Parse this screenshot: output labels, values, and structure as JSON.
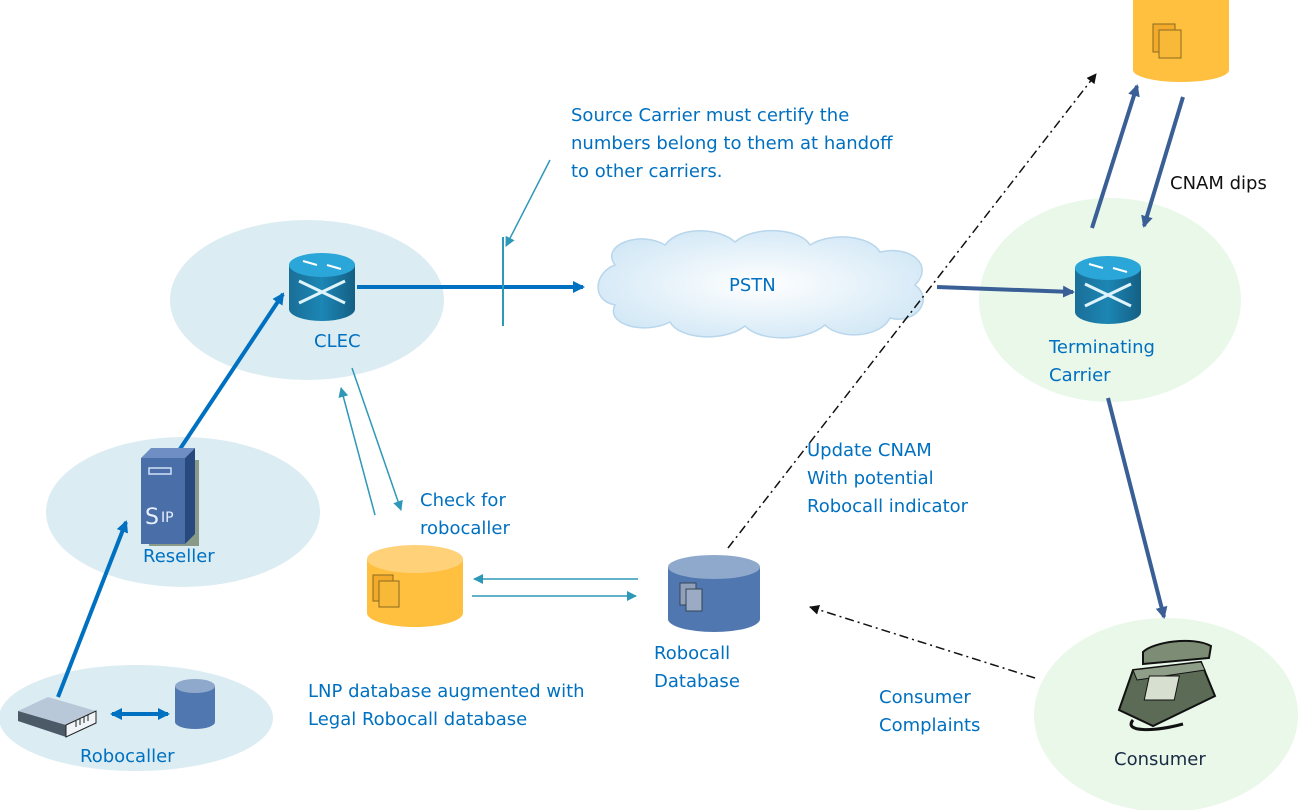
{
  "colors": {
    "label_text": "#0070c0",
    "zone_blue": "#dbecf2",
    "zone_green": "#eaf8ea",
    "arrow_primary": "#0070c0",
    "arrow_terminating": "#3a5f96",
    "arrow_thin": "#2e98b8",
    "database_yellow": "#ffbf3f",
    "database_blue": "#5077b0"
  },
  "nodes": {
    "clec": {
      "label": "CLEC",
      "icon": "router-icon"
    },
    "reseller": {
      "label": "Reseller",
      "icon": "sip-server-icon"
    },
    "robocaller": {
      "label": "Robocaller",
      "icon": "modem-icon"
    },
    "pstn": {
      "label": "PSTN",
      "icon": "cloud-icon"
    },
    "terminating": {
      "label_line1": "Terminating",
      "label_line2": "Carrier",
      "icon": "router-icon"
    },
    "consumer": {
      "label": "Consumer",
      "icon": "telephone-icon"
    },
    "robocall_db": {
      "label_line1": "Robocall",
      "label_line2": "Database",
      "icon": "database-icon"
    }
  },
  "annotations": {
    "source_carrier": "Source Carrier must certify the\nnumbers belong to them at handoff\nto other carriers.",
    "cnam_dips": "CNAM dips",
    "check_robocaller": "Check for\nrobocaller",
    "update_cnam": "Update CNAM\nWith potential\nRobocall indicator",
    "lnp_db": "LNP database augmented with\nLegal Robocall database",
    "consumer_complaints": "Consumer\nComplaints"
  }
}
